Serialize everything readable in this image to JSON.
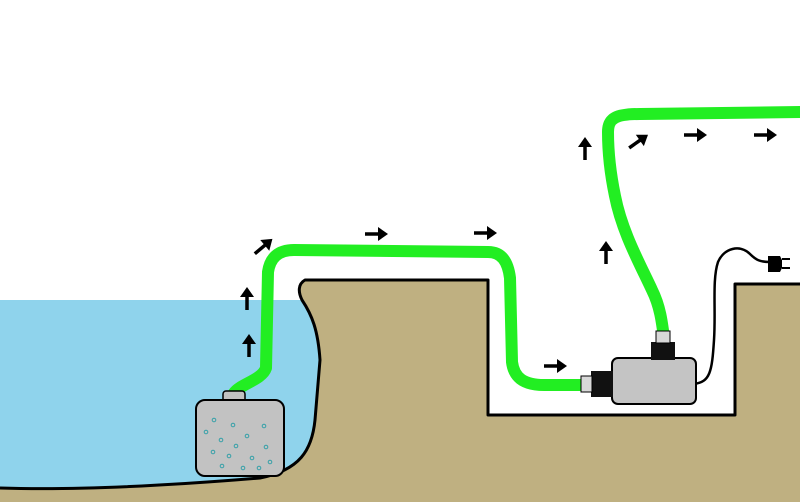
{
  "colors": {
    "background": "#ffffff",
    "water": "#8fd3ec",
    "ground": "#bfb081",
    "outline": "#000000",
    "hose": "#22ee22",
    "filter_body": "#c2c2c2",
    "pump_body": "#c4c4c4",
    "connector": "#111111",
    "bubble": "#35a0a8",
    "arrow": "#000000"
  },
  "diagram": {
    "parts": [
      "pond-water",
      "submerged-filter",
      "suction-hose",
      "pump",
      "power-cord",
      "plug",
      "return-hose",
      "flow-arrows"
    ],
    "flow_arrow_icons": [
      "arrow-up-icon",
      "arrow-up-right-icon",
      "arrow-right-icon"
    ]
  }
}
